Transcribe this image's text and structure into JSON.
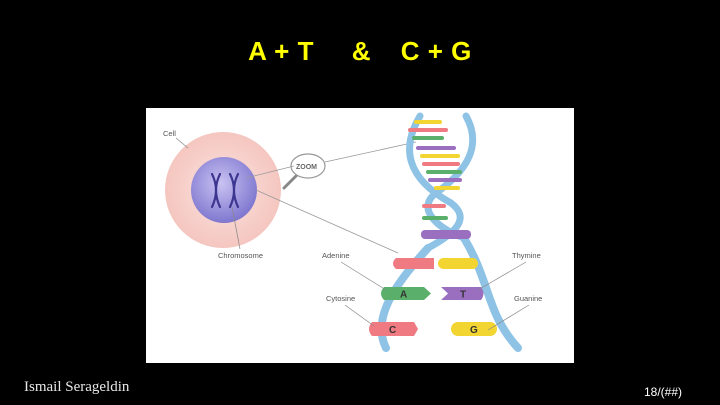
{
  "slide": {
    "title_left": "A + T",
    "title_sep": "&",
    "title_right": "C + G",
    "author": "Ismail Serageldin",
    "slide_number": "18/(##)"
  },
  "diagram": {
    "cell_label": "Cell",
    "zoom_label": "ZOOM",
    "chromosome_label": "Chromosome",
    "adenine_label": "Adenine",
    "thymine_label": "Thymine",
    "cytosine_label": "Cytosine",
    "guanine_label": "Guanine",
    "base_a": "A",
    "base_t": "T",
    "base_c": "C",
    "base_g": "G",
    "colors": {
      "adenine": "#5ab06a",
      "thymine": "#9b6fc0",
      "cytosine": "#f07a82",
      "guanine": "#f2d530",
      "backbone": "#8fc3e6",
      "cell": "#f6c9c4",
      "nucleus": "#8f88d8"
    }
  }
}
